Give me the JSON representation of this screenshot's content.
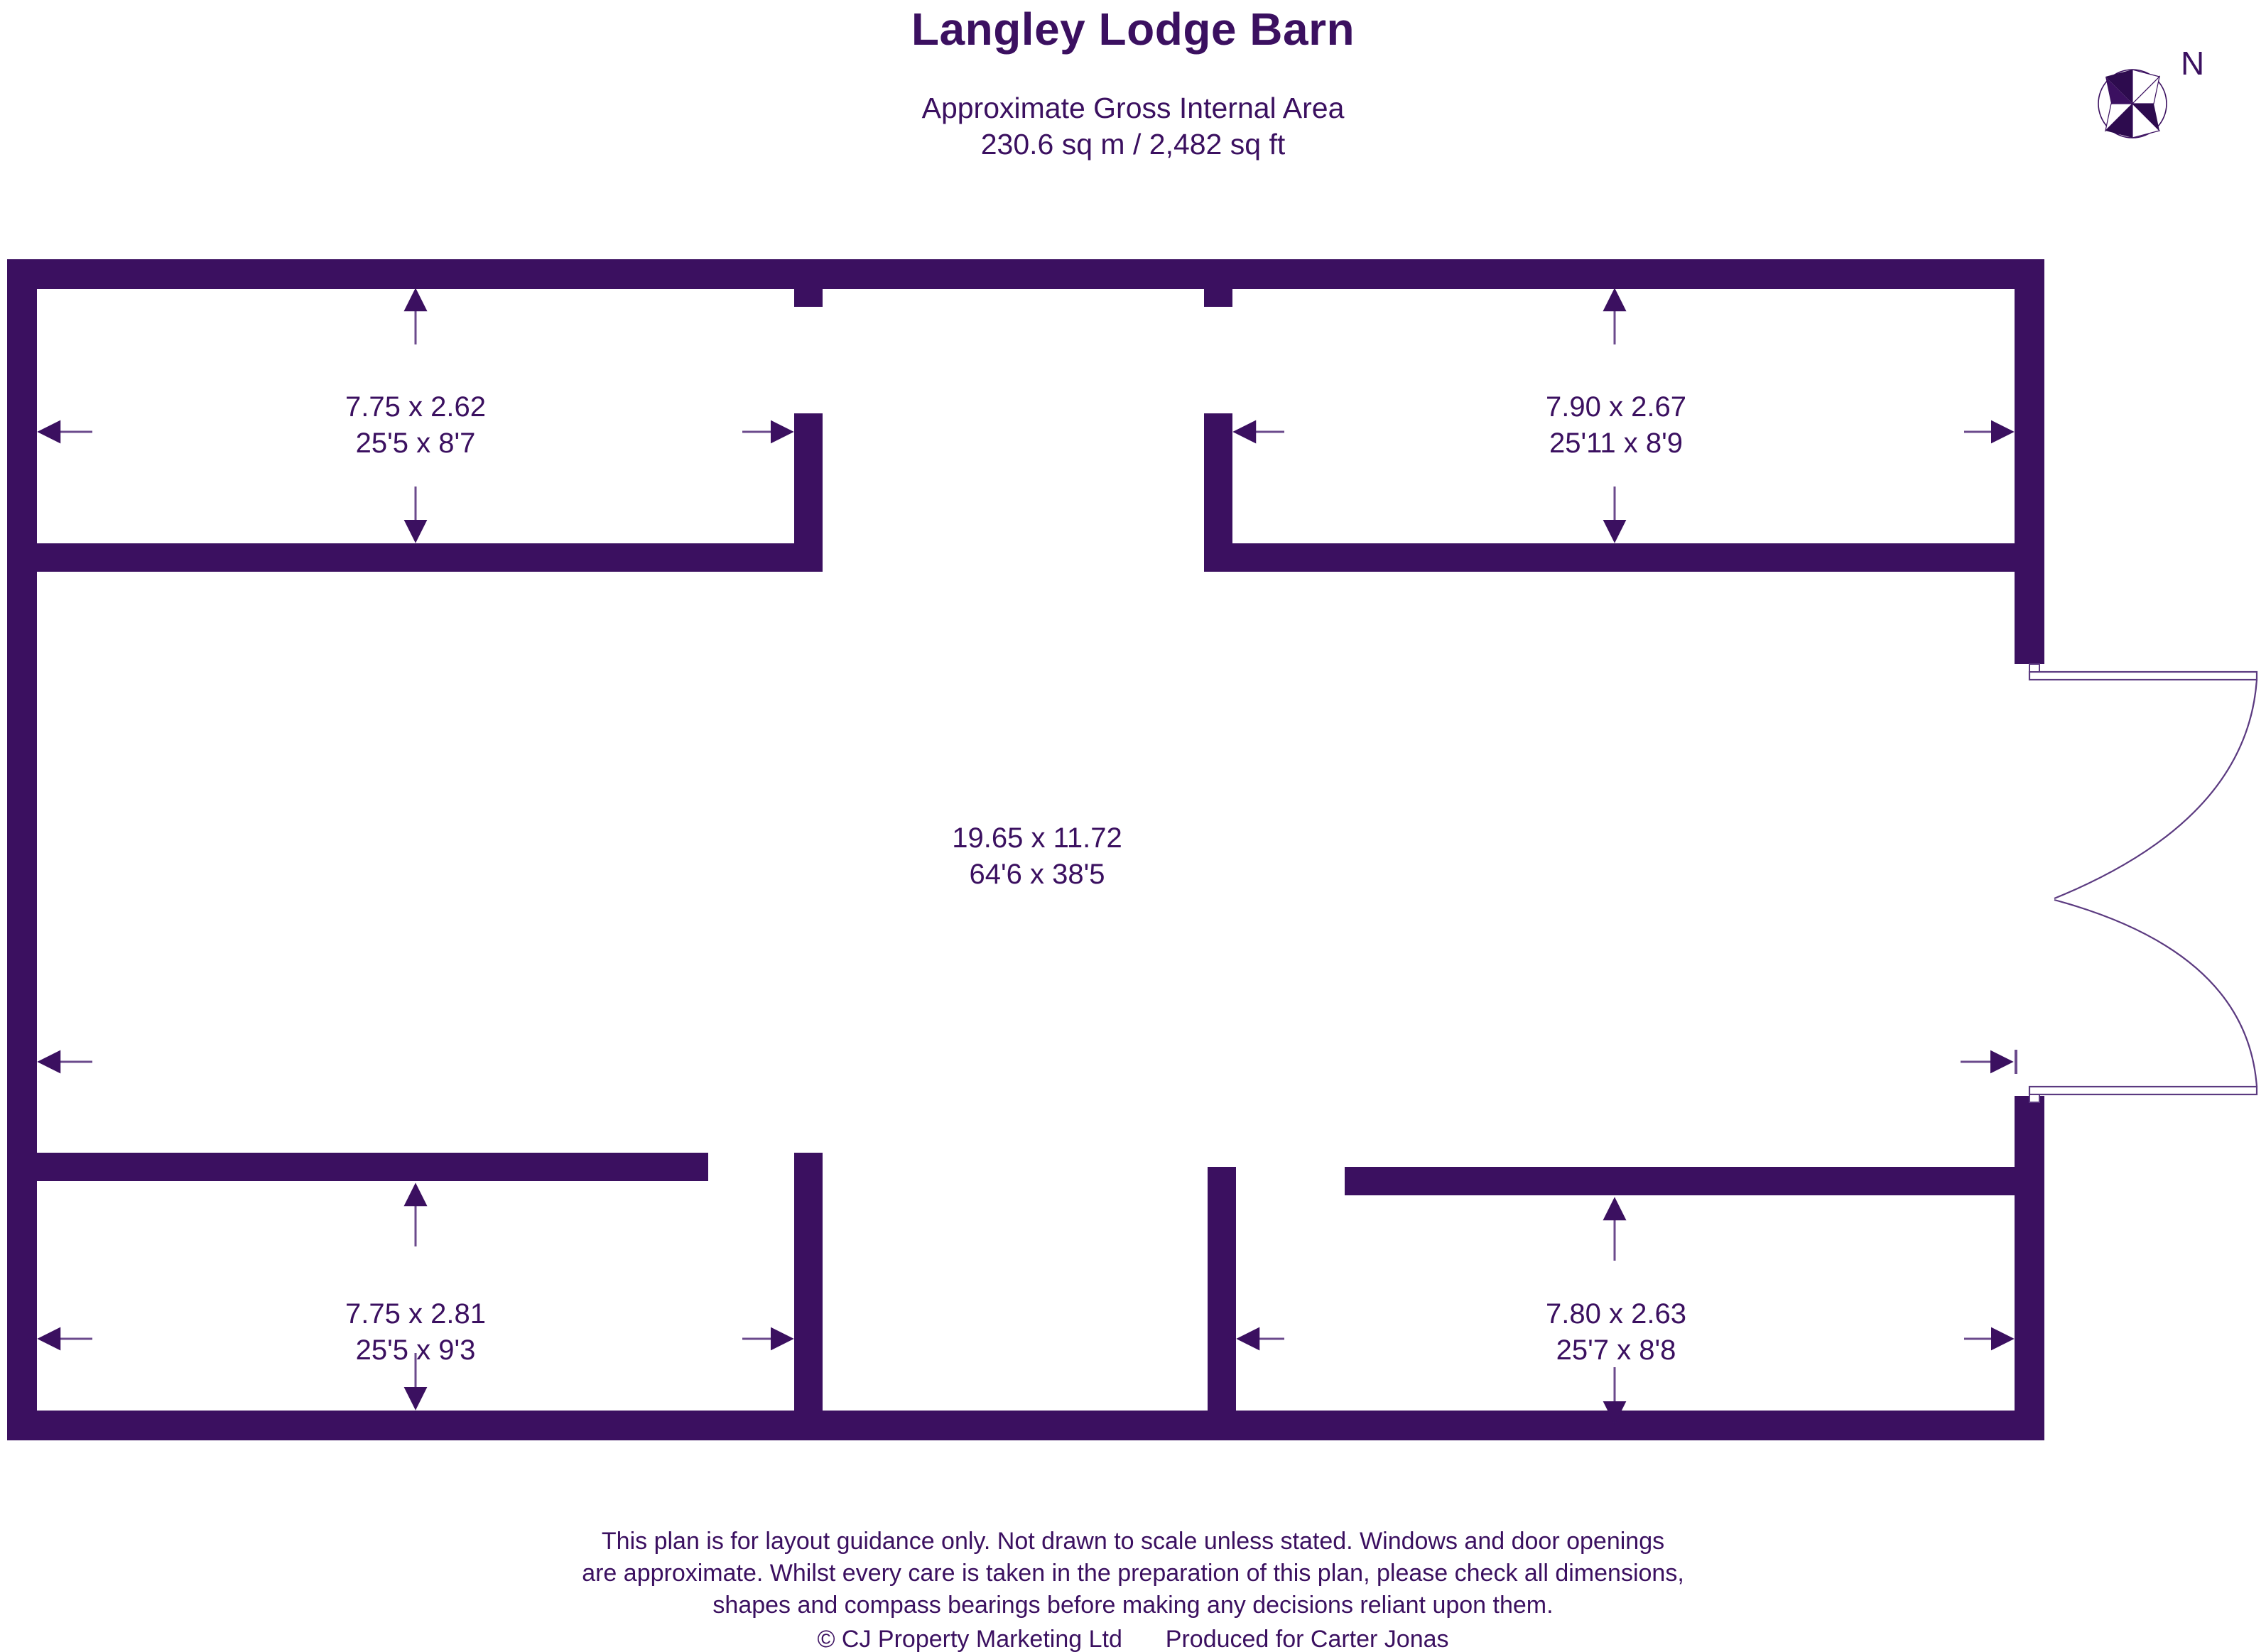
{
  "header": {
    "title": "Langley Lodge Barn",
    "area_label": "Approximate Gross Internal Area",
    "area_value": "230.6 sq m / 2,482 sq ft"
  },
  "compass": {
    "north_label": "N",
    "icon": "compass-rose-icon"
  },
  "colors": {
    "wall": "#3b1060",
    "text": "#3b1060",
    "dimension_line": "#6b4a8c",
    "background": "#ffffff"
  },
  "rooms": [
    {
      "id": "top-left",
      "metric": "7.75 x 2.62",
      "imperial": "25'5 x 8'7"
    },
    {
      "id": "top-right",
      "metric": "7.90 x 2.67",
      "imperial": "25'11 x 8'9"
    },
    {
      "id": "main-hall",
      "metric": "19.65 x 11.72",
      "imperial": "64'6 x 38'5"
    },
    {
      "id": "bottom-left",
      "metric": "7.75 x 2.81",
      "imperial": "25'5 x 9'3"
    },
    {
      "id": "bottom-right",
      "metric": "7.80 x 2.63",
      "imperial": "25'7 x 8'8"
    }
  ],
  "footer": {
    "line1": "This plan is for layout guidance only. Not drawn to scale unless stated. Windows and door openings",
    "line2": "are approximate. Whilst every care is taken in the preparation of this plan, please check all dimensions,",
    "line3": "shapes and compass bearings before making any decisions reliant upon them.",
    "copyright": "© CJ Property Marketing Ltd",
    "produced_for": "Produced for Carter Jonas"
  }
}
